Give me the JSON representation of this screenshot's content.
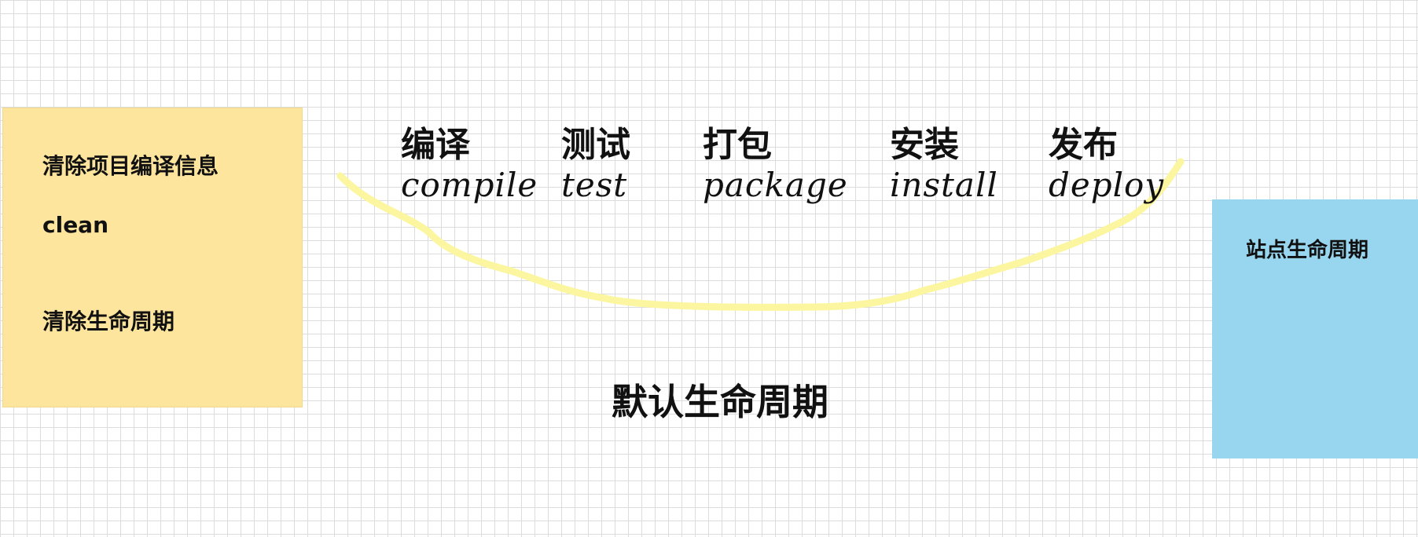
{
  "clean_note": {
    "title": "清除项目编译信息",
    "command": "clean",
    "cycle": "清除生命周期"
  },
  "site_note": {
    "title": "站点生命周期"
  },
  "default_cycle": {
    "label": "默认生命周期",
    "phases": [
      {
        "cn": "编译",
        "en": "compile"
      },
      {
        "cn": "测试",
        "en": "test"
      },
      {
        "cn": "打包",
        "en": "package"
      },
      {
        "cn": "安装",
        "en": "install"
      },
      {
        "cn": "发布",
        "en": "deploy"
      }
    ]
  },
  "colors": {
    "yellow_note": "#fde59d",
    "blue_note": "#97d6ee",
    "highlighter": "#fbf59a",
    "grid": "#dcdcdc"
  }
}
